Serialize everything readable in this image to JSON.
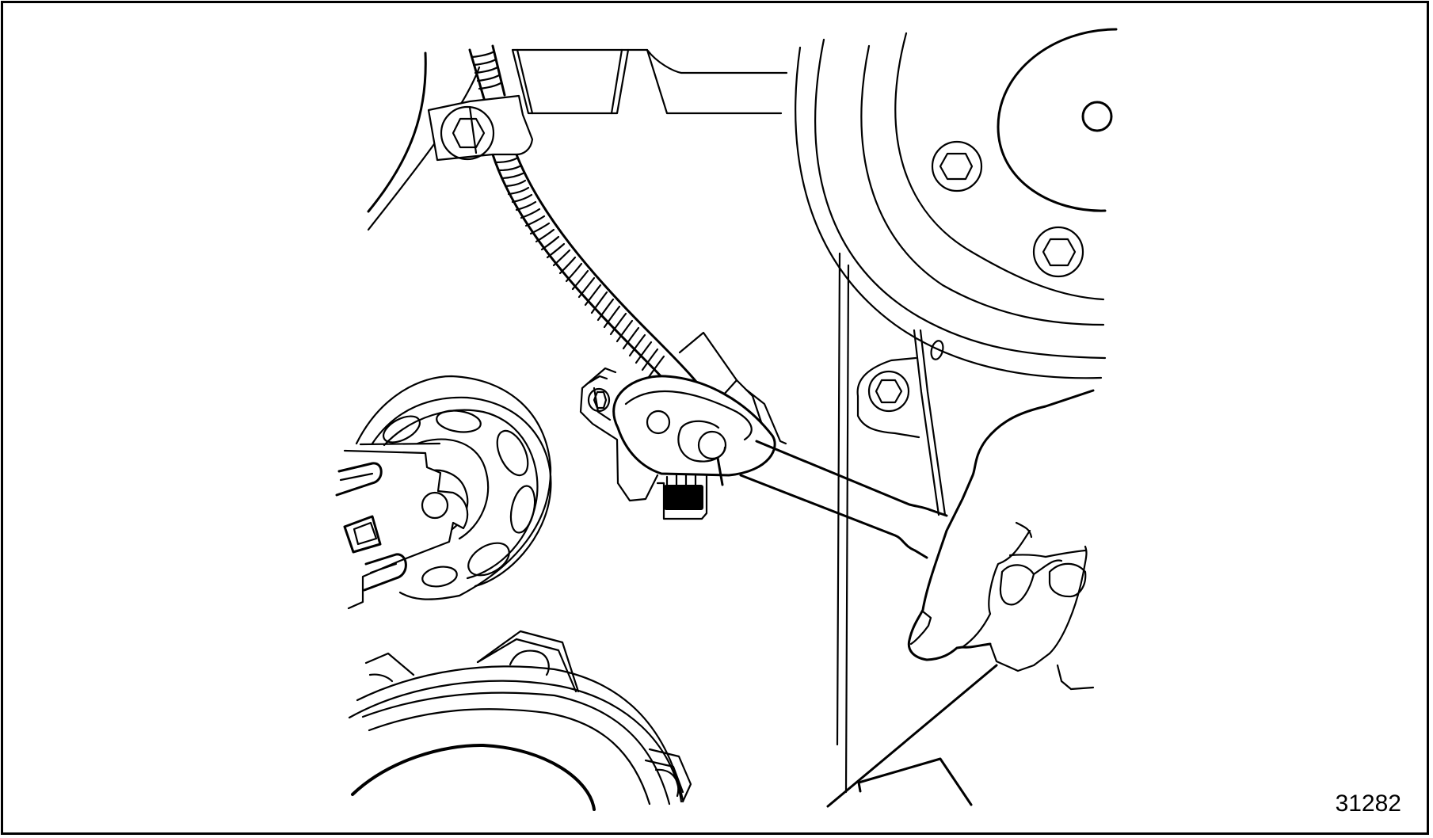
{
  "figure": {
    "number": "31282",
    "type": "line-art service illustration",
    "subject": "Adjusting timing belt tensioner with a wrench"
  },
  "components": [
    {
      "id": "harness",
      "label": "corrugated wiring harness"
    },
    {
      "id": "harness-clamp",
      "label": "harness clamp bolt"
    },
    {
      "id": "cam-sprocket",
      "label": "camshaft sprocket"
    },
    {
      "id": "sprocket-bolts",
      "label": "sprocket bolts",
      "count": 2
    },
    {
      "id": "tensioner-pulley",
      "label": "tensioner pulley"
    },
    {
      "id": "tensioner-tool",
      "label": "belt tensioner holder"
    },
    {
      "id": "crank-pulley",
      "label": "lower pulley"
    },
    {
      "id": "sensor",
      "label": "sensor with connector"
    },
    {
      "id": "wrench",
      "label": "box wrench"
    },
    {
      "id": "hand",
      "label": "hand turning wrench"
    }
  ],
  "colors": {
    "line": "#000000",
    "background": "#ffffff"
  }
}
